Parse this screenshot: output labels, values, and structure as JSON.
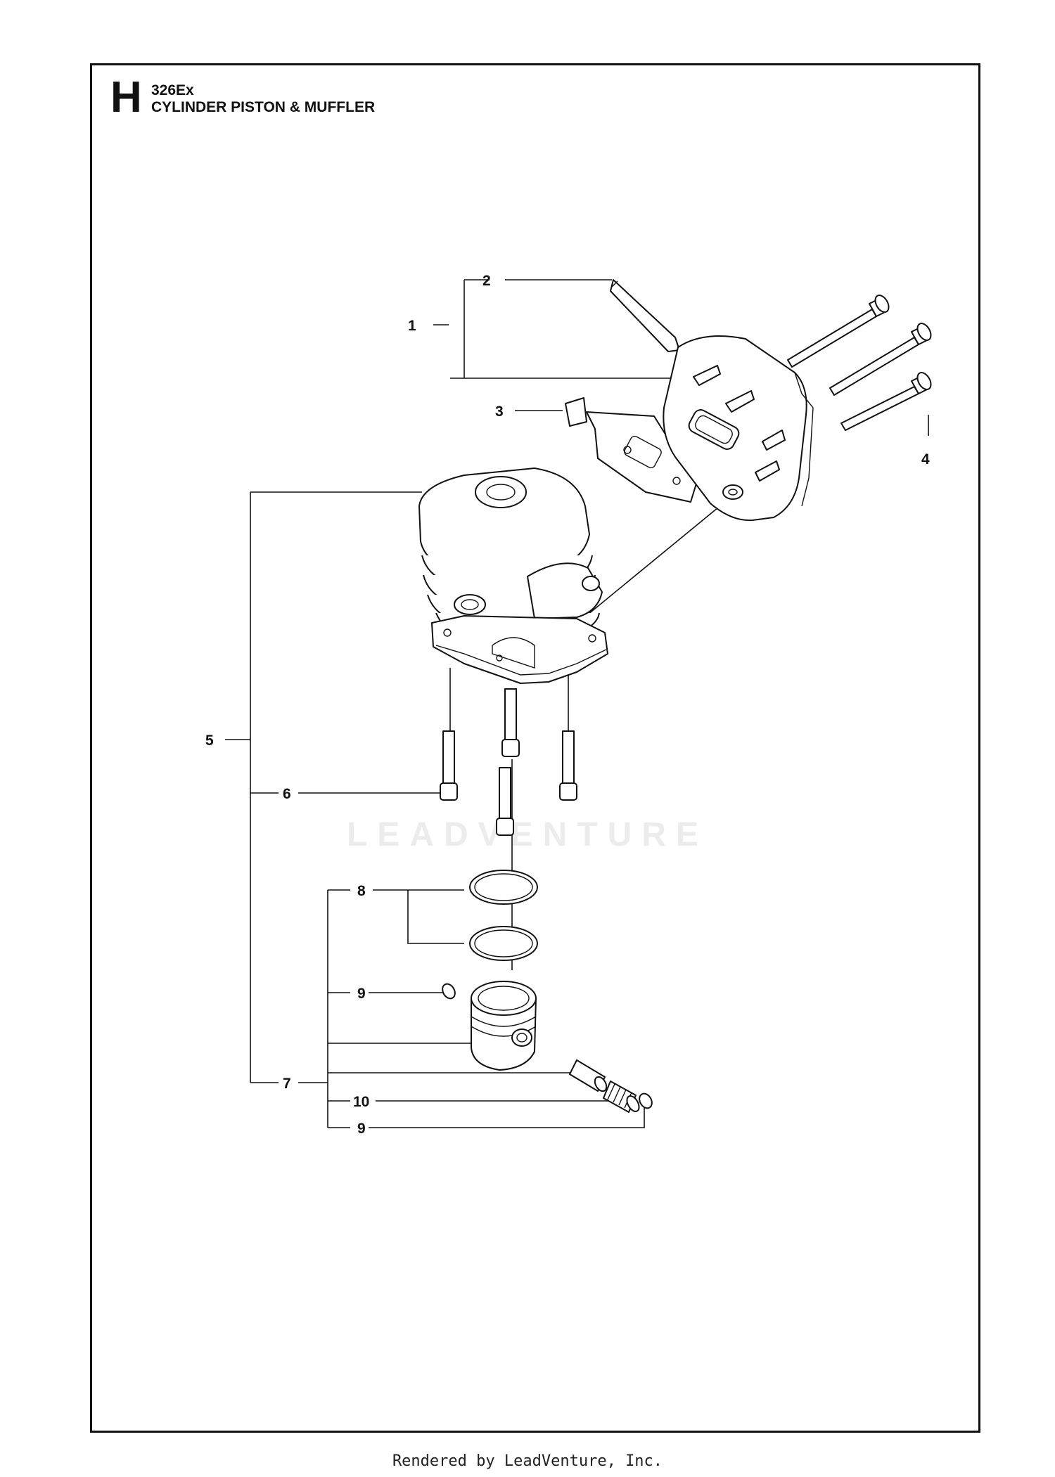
{
  "header": {
    "section_letter": "H",
    "model": "326Ex",
    "title": "CYLINDER PISTON & MUFFLER"
  },
  "watermark": "LEADVENTURE",
  "footer": "Rendered by LeadVenture, Inc.",
  "callouts": {
    "c1": "1",
    "c2": "2",
    "c3": "3",
    "c4": "4",
    "c5": "5",
    "c6": "6",
    "c7": "7",
    "c8": "8",
    "c9a": "9",
    "c9b": "9",
    "c10": "10"
  }
}
